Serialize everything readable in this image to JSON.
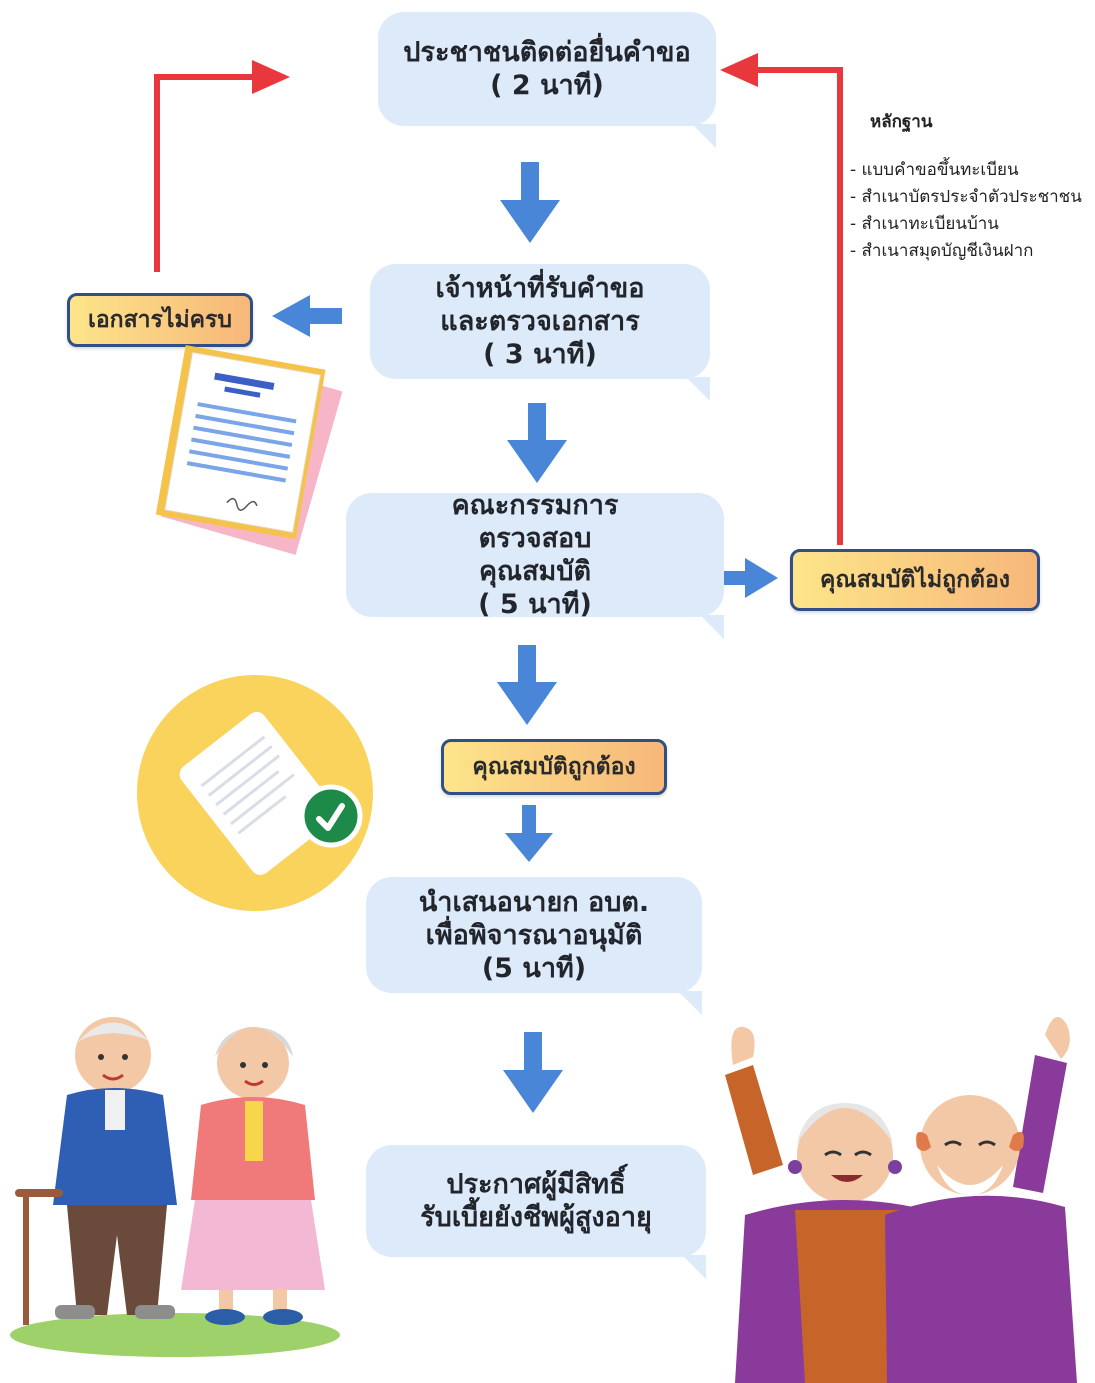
{
  "steps": {
    "step1": {
      "line1": "ประชาชนติดต่อยื่นคำขอ",
      "line2": "( 2 นาที)"
    },
    "step2": {
      "line1": "เจ้าหน้าที่รับคำขอ",
      "line2": "และตรวจเอกสาร",
      "line3": "( 3 นาที)"
    },
    "step3": {
      "line1": "คณะกรรมการ",
      "line2": "ตรวจสอบ",
      "line3": "คุณสมบัติ",
      "line4": "( 5 นาที)"
    },
    "step4": {
      "line1": "นำเสนอนายก อบต.",
      "line2": "เพื่อพิจารณาอนุมัติ",
      "line3": "(5 นาที)"
    },
    "step5": {
      "line1": "ประกาศผู้มีสิทธิ์",
      "line2": "รับเบี้ยยังชีพผู้สูงอายุ"
    }
  },
  "labels": {
    "incomplete_docs": "เอกสารไม่ครบ",
    "not_qualified": "คุณสมบัติไม่ถูกต้อง",
    "qualified": "คุณสมบัติถูกต้อง"
  },
  "evidence": {
    "title": "หลักฐาน",
    "items": [
      "- แบบคำขอขึ้นทะเบียน",
      "- สำเนาบัตรประจำตัวประชาชน",
      "- สำเนาทะเบียนบ้าน",
      "- สำเนาสมุดบัญชีเงินฝาก"
    ]
  },
  "colors": {
    "bubble": "#ddeafa",
    "flow_arrow": "#4a86d8",
    "return_arrow": "#e8383d",
    "label_border": "#2f4f86",
    "label_fill_start": "#fde58a",
    "label_fill_end": "#f7b77a"
  },
  "icons": [
    "document-icon",
    "approved-document-icon",
    "check-icon",
    "elderly-couple-walking-illustration",
    "elderly-couple-celebrating-illustration"
  ]
}
